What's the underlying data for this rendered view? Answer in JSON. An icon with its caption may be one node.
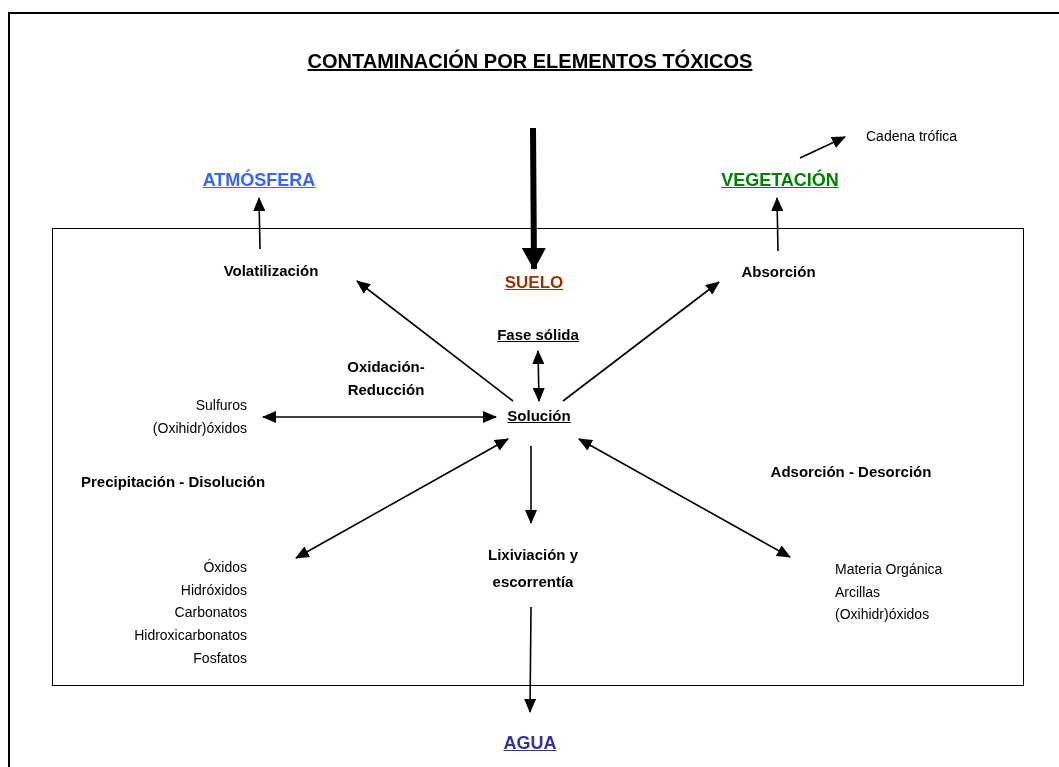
{
  "diagram": {
    "nodes": [
      {
        "text": [
          "CONTAMINACIÓN POR ELEMENTOS TÓXICOS"
        ]
      },
      {
        "text": [
          "ATMÓSFERA"
        ]
      },
      {
        "text": [
          "VEGETACIÓN"
        ]
      },
      {
        "text": [
          "Cadena trófica"
        ]
      },
      {
        "text": [],
        "shape": "box"
      },
      {
        "text": [
          "Volatilización"
        ],
        "in": 4
      },
      {
        "text": [
          "SUELO"
        ],
        "in": 4
      },
      {
        "text": [
          "Absorción"
        ],
        "in": 4
      },
      {
        "text": [
          "Fase sólida"
        ],
        "in": 4
      },
      {
        "text": [
          "Oxidación- Reducción"
        ],
        "in": 4
      },
      {
        "text": [
          "Sulfuros",
          "(Oxihidr)óxidos"
        ],
        "in": 4
      },
      {
        "text": [
          "Solución"
        ],
        "in": 4
      },
      {
        "text": [
          "Precipitación - Disolución"
        ],
        "in": 4
      },
      {
        "text": [
          "Adsorción - Desorción"
        ],
        "in": 4
      },
      {
        "text": [
          "Óxidos",
          "Hidróxidos",
          "Carbonatos",
          "Hidroxicarbonatos",
          "Fosfatos"
        ],
        "in": 4
      },
      {
        "text": [
          "Lixiviación y escorrentía"
        ],
        "in": 4
      },
      {
        "text": [
          "Materia Orgánica",
          "Arcillas",
          "(Oxihidr)óxidos"
        ],
        "in": 4
      },
      {
        "text": [
          "AGUA"
        ]
      }
    ],
    "edges": [
      {
        "from": 0,
        "to": 6,
        "arrow": "to",
        "style": "thick"
      },
      {
        "from": 5,
        "to": 1,
        "arrow": "to"
      },
      {
        "from": 7,
        "to": 2,
        "arrow": "to"
      },
      {
        "from": 2,
        "to": 3,
        "arrow": "to"
      },
      {
        "from": 11,
        "to": 5,
        "arrow": "to"
      },
      {
        "from": 11,
        "to": 7,
        "arrow": "to"
      },
      {
        "from": 8,
        "to": 11,
        "arrow": "both"
      },
      {
        "from": 10,
        "to": 11,
        "arrow": "both"
      },
      {
        "from": 11,
        "to": 14,
        "arrow": "both"
      },
      {
        "from": 11,
        "to": 15,
        "arrow": "to"
      },
      {
        "from": 11,
        "to": 16,
        "arrow": "both"
      },
      {
        "from": 15,
        "to": 17,
        "arrow": "to"
      }
    ]
  }
}
